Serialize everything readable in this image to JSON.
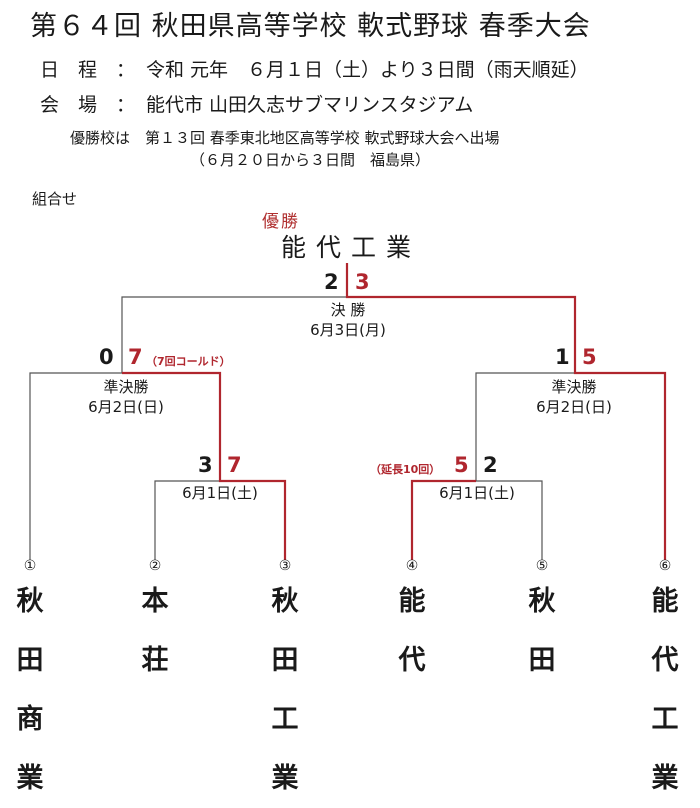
{
  "header": {
    "title": "第６４回 秋田県高等学校 軟式野球 春季大会",
    "schedule_label": "日　程",
    "schedule_value": "令和 元年　６月１日（土）より３日間（雨天順延）",
    "venue_label": "会　場",
    "venue_value": "能代市 山田久志サブマリンスタジアム",
    "separator": "：",
    "note_line1": "優勝校は　第１３回 春季東北地区高等学校 軟式野球大会へ出場",
    "note_line2": "（６月２０日から３日間　福島県）"
  },
  "bracket_label": "組合せ",
  "champion": {
    "label": "優勝",
    "name": "能代工業"
  },
  "final": {
    "title": "決 勝",
    "date": "6月3日(月)",
    "score_left": "2",
    "score_right": "3"
  },
  "semifinal_left": {
    "title": "準決勝",
    "date": "6月2日(日)",
    "score_left": "0",
    "score_right": "7",
    "note": "（7回コールド）"
  },
  "semifinal_right": {
    "title": "準決勝",
    "date": "6月2日(日)",
    "score_left": "1",
    "score_right": "5"
  },
  "first_left": {
    "date": "6月1日(土)",
    "score_left": "3",
    "score_right": "7"
  },
  "first_right": {
    "date": "6月1日(土)",
    "score_left": "5",
    "score_right": "2",
    "note": "（延長10回）"
  },
  "teams": [
    {
      "number": "①",
      "chars": [
        "秋",
        "田",
        "商",
        "業"
      ]
    },
    {
      "number": "②",
      "chars": [
        "本",
        "",
        "",
        "荘"
      ]
    },
    {
      "number": "③",
      "chars": [
        "秋",
        "田",
        "工",
        "業"
      ]
    },
    {
      "number": "④",
      "chars": [
        "能",
        "",
        "",
        "代"
      ]
    },
    {
      "number": "⑤",
      "chars": [
        "秋",
        "",
        "",
        "田"
      ]
    },
    {
      "number": "⑥",
      "chars": [
        "能",
        "代",
        "工",
        "業"
      ]
    }
  ],
  "colors": {
    "winner_line": "#b0262e",
    "loser_line": "#555555",
    "text": "#1a1a1a"
  }
}
